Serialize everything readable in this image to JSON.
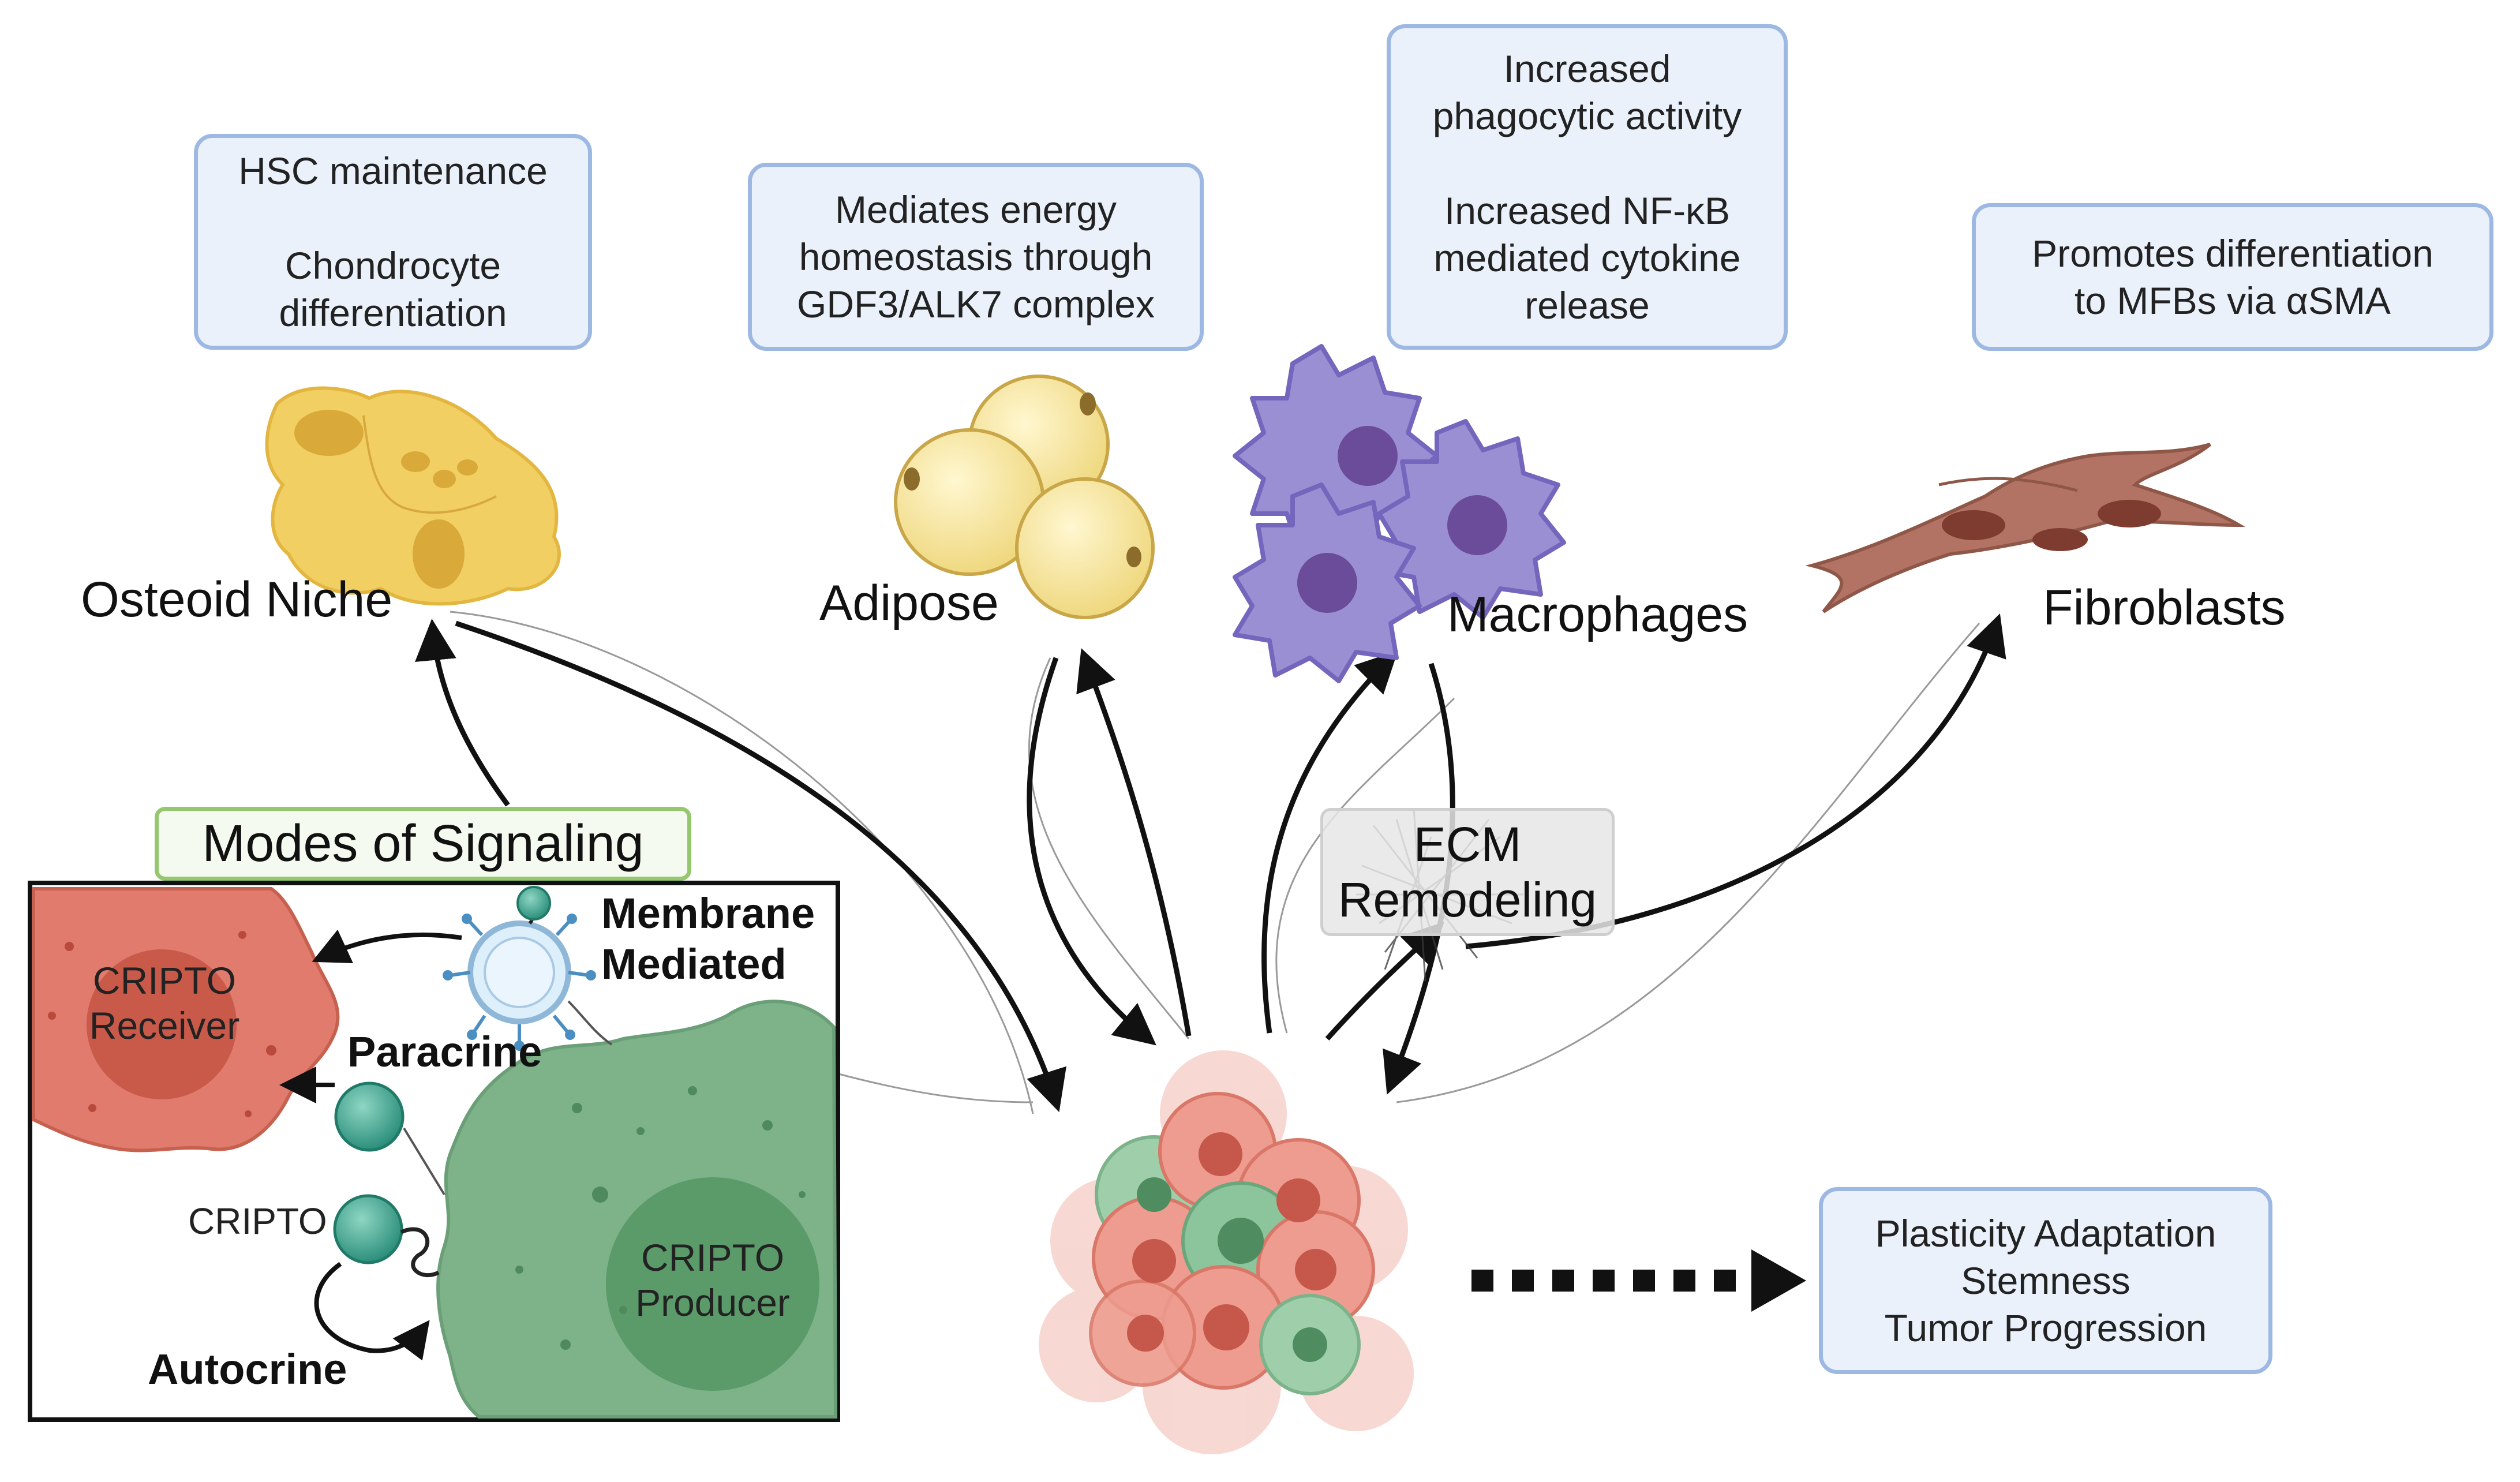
{
  "boxes": {
    "osteoid": {
      "line1": "HSC maintenance",
      "line2": "Chondrocyte",
      "line3": "differentiation"
    },
    "adipose": {
      "line1": "Mediates energy",
      "line2": "homeostasis through",
      "line3": "GDF3/ALK7 complex"
    },
    "macrophages": {
      "line1": "Increased",
      "line2": "phagocytic activity",
      "line3": "Increased NF-κB",
      "line4": "mediated cytokine",
      "line5": "release"
    },
    "fibroblasts": {
      "line1": "Promotes differentiation",
      "line2": "to MFBs via αSMA"
    },
    "outcome": {
      "line1": "Plasticity Adaptation",
      "line2": "Stemness",
      "line3": "Tumor Progression"
    }
  },
  "cells": {
    "osteoid": "Osteoid Niche",
    "adipose": "Adipose",
    "macrophages": "Macrophages",
    "fibroblasts": "Fibroblasts"
  },
  "ecm": {
    "line1": "ECM",
    "line2": "Remodeling"
  },
  "signaling": {
    "title": "Modes of Signaling",
    "membrane_line1": "Membrane",
    "membrane_line2": "Mediated",
    "paracrine": "Paracrine",
    "autocrine": "Autocrine",
    "cripto": "CRIPTO",
    "receiver_line1": "CRIPTO",
    "receiver_line2": "Receiver",
    "producer_line1": "CRIPTO",
    "producer_line2": "Producer"
  },
  "colors": {
    "box_fill": "#eaf1fb",
    "box_border": "#9db8e3",
    "modes_border": "#95c76f",
    "receiver": "#e07b6e",
    "producer": "#6fa77c",
    "adipocyte": "#f6e59a",
    "osteoid": "#f2cf62",
    "macrophage": "#9b8fd3",
    "fibroblast": "#b27365"
  }
}
